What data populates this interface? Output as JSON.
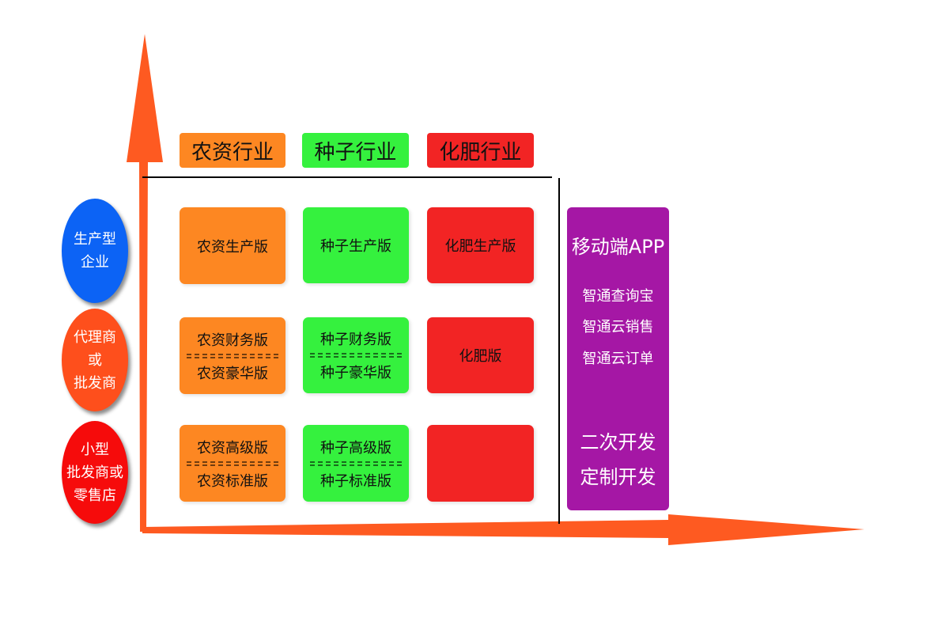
{
  "colors": {
    "axis": "#fe5a21",
    "orange": "#fd8722",
    "green": "#35f13e",
    "red": "#f22424",
    "purple": "#a517a5",
    "blue": "#0c63f5"
  },
  "headers": [
    "农资行业",
    "种子行业",
    "化肥行业"
  ],
  "rows": [
    {
      "lines": [
        "生产型",
        "企业"
      ],
      "color": "#0c63f5"
    },
    {
      "lines": [
        "代理商",
        "或",
        "批发商"
      ],
      "color": "#fe4f1c"
    },
    {
      "lines": [
        "小型",
        "批发商或",
        "零售店"
      ],
      "color": "#f60b0b"
    }
  ],
  "grid": [
    [
      {
        "top": "农资生产版",
        "bottom": ""
      },
      {
        "top": "种子生产版",
        "bottom": ""
      },
      {
        "top": "化肥生产版",
        "bottom": ""
      }
    ],
    [
      {
        "top": "农资财务版",
        "bottom": "农资豪华版"
      },
      {
        "top": "种子财务版",
        "bottom": "种子豪华版"
      },
      {
        "top": "化肥版",
        "bottom": ""
      }
    ],
    [
      {
        "top": "农资高级版",
        "bottom": "农资标准版"
      },
      {
        "top": "种子高级版",
        "bottom": "种子标准版"
      },
      {
        "top": "",
        "bottom": ""
      }
    ]
  ],
  "app": {
    "title": "移动端APP",
    "items": [
      "智通查询宝",
      "智通云销售",
      "智通云订单"
    ],
    "services": [
      "二次开发",
      "定制开发"
    ]
  }
}
